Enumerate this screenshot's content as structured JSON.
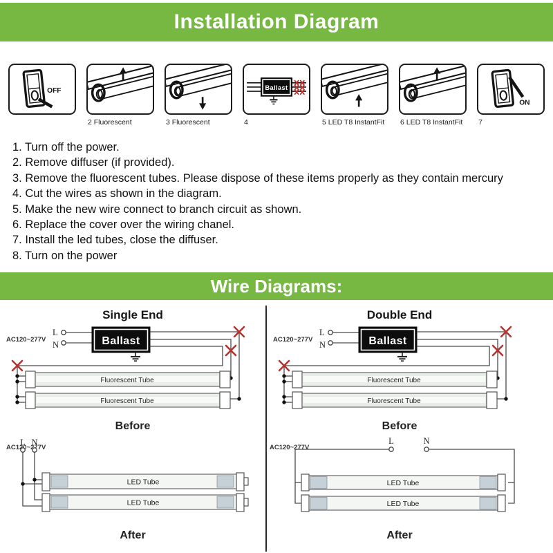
{
  "colors": {
    "banner_green": "#77b843",
    "cut_mark_red": "#b23430",
    "banner_text": "#ffffff"
  },
  "headers": {
    "installation": "Installation Diagram",
    "wire": "Wire Diagrams:"
  },
  "steps": {
    "items": [
      {
        "label": "",
        "icon": "power-off-switch",
        "inner_text": "OFF"
      },
      {
        "label": "2 Fluorescent",
        "icon": "fluorescent-tube-remove"
      },
      {
        "label": "3 Fluorescent",
        "icon": "fluorescent-tube-lower"
      },
      {
        "label": "4",
        "icon": "ballast-cut-wires",
        "inner_text": "Ballast"
      },
      {
        "label": "5 LED T8 InstantFit",
        "icon": "led-tube-insert"
      },
      {
        "label": "6 LED T8 InstantFit",
        "icon": "led-tube-rotate"
      },
      {
        "label": "7",
        "icon": "power-on-switch",
        "inner_text": "ON"
      }
    ]
  },
  "instructions": [
    "1. Turn off the power.",
    "2. Remove diffuser (if provided).",
    "3. Remove the fluorescent tubes. Please dispose of these items properly as they contain mercury",
    "4. Cut the wires as shown in the diagram.",
    "5. Make the new wire connect to branch circuit as shown.",
    "6. Replace the cover over the wiring chanel.",
    "7. Install the led tubes, close the diffuser.",
    "8. Turn on the power"
  ],
  "wire_diagrams": {
    "single": {
      "title": "Single End",
      "ac": "AC120~277V",
      "line_label": "L",
      "neutral_label": "N",
      "ballast": "Ballast",
      "tube_label": "Fluorescent Tube",
      "led_label": "LED Tube",
      "before": "Before",
      "after": "After"
    },
    "double": {
      "title": "Double End",
      "ac": "AC120~277V",
      "line_label": "L",
      "neutral_label": "N",
      "ballast": "Ballast",
      "tube_label": "Fluorescent Tube",
      "led_label": "LED Tube",
      "before": "Before",
      "after": "After"
    }
  }
}
